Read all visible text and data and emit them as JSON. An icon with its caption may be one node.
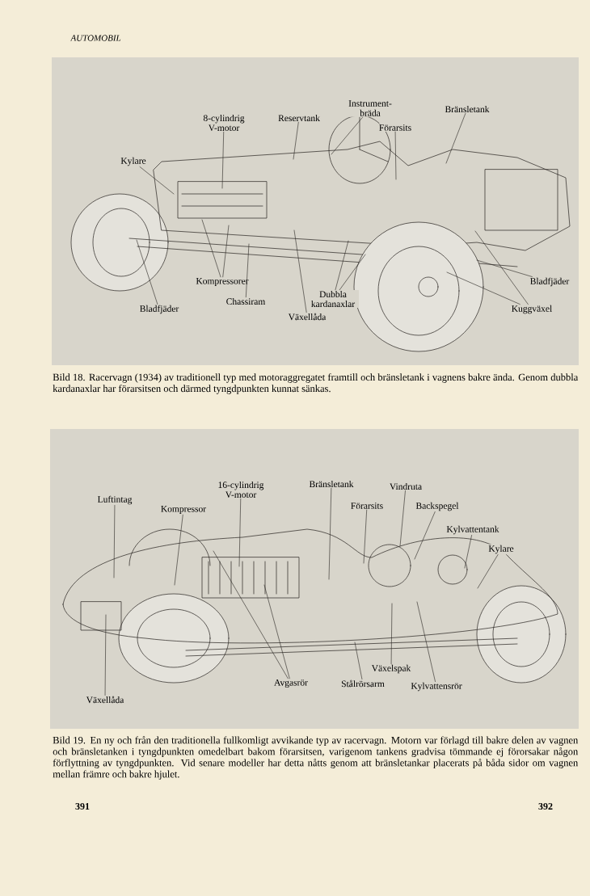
{
  "diagram": {
    "nodes": [
      {
        "text": [
          "Kylare"
        ]
      },
      {
        "text": [
          "8-cylindrig V-motor"
        ]
      },
      {
        "text": [
          "Reservtank"
        ]
      },
      {
        "text": [
          "Instrument-bräda"
        ]
      },
      {
        "text": [
          "Förarsits"
        ]
      },
      {
        "text": [
          "Bränsletank"
        ]
      },
      {
        "text": [
          "Kompressorer"
        ]
      },
      {
        "text": [
          "Chassiram"
        ]
      },
      {
        "text": [
          "Bladfjäder"
        ]
      },
      {
        "text": [
          "Dubbla kardanaxlar"
        ]
      },
      {
        "text": [
          "Växellåda"
        ]
      },
      {
        "text": [
          "Bladfjäder"
        ]
      },
      {
        "text": [
          "Kuggväxel"
        ]
      },
      {
        "text": [
          "Luftintag"
        ]
      },
      {
        "text": [
          "Kompressor"
        ]
      },
      {
        "text": [
          "16-cylindrig V-motor"
        ]
      },
      {
        "text": [
          "Bränsletank"
        ]
      },
      {
        "text": [
          "Vindruta"
        ]
      },
      {
        "text": [
          "Förarsits"
        ]
      },
      {
        "text": [
          "Backspegel"
        ]
      },
      {
        "text": [
          "Kylvattentank"
        ]
      },
      {
        "text": [
          "Kylare"
        ]
      },
      {
        "text": [
          "Avgasrör"
        ]
      },
      {
        "text": [
          "Stålrörsarm"
        ]
      },
      {
        "text": [
          "Växelspak"
        ]
      },
      {
        "text": [
          "Kylvattensrör"
        ]
      },
      {
        "text": [
          "Växellåda"
        ]
      }
    ],
    "edges": [
      {
        "from": 0,
        "to": null,
        "arrow": "none"
      },
      {
        "from": 1,
        "to": null,
        "arrow": "none"
      },
      {
        "from": 2,
        "to": null,
        "arrow": "none"
      },
      {
        "from": 3,
        "to": null,
        "arrow": "none"
      },
      {
        "from": 4,
        "to": null,
        "arrow": "none"
      },
      {
        "from": 5,
        "to": null,
        "arrow": "none"
      },
      {
        "from": 6,
        "to": null,
        "arrow": "none"
      },
      {
        "from": 6,
        "to": null,
        "arrow": "none"
      },
      {
        "from": 7,
        "to": null,
        "arrow": "none"
      },
      {
        "from": 8,
        "to": null,
        "arrow": "none"
      },
      {
        "from": 9,
        "to": null,
        "arrow": "none"
      },
      {
        "from": 9,
        "to": null,
        "arrow": "none"
      },
      {
        "from": 10,
        "to": null,
        "arrow": "none"
      },
      {
        "from": 11,
        "to": null,
        "arrow": "none"
      },
      {
        "from": 12,
        "to": null,
        "arrow": "none"
      },
      {
        "from": 12,
        "to": null,
        "arrow": "none"
      },
      {
        "from": 13,
        "to": null,
        "arrow": "none"
      },
      {
        "from": 14,
        "to": null,
        "arrow": "none"
      },
      {
        "from": 15,
        "to": null,
        "arrow": "none"
      },
      {
        "from": 16,
        "to": null,
        "arrow": "none"
      },
      {
        "from": 17,
        "to": null,
        "arrow": "none"
      },
      {
        "from": 18,
        "to": null,
        "arrow": "none"
      },
      {
        "from": 19,
        "to": null,
        "arrow": "none"
      },
      {
        "from": 20,
        "to": null,
        "arrow": "none"
      },
      {
        "from": 21,
        "to": null,
        "arrow": "none"
      },
      {
        "from": 22,
        "to": null,
        "arrow": "none"
      },
      {
        "from": 22,
        "to": null,
        "arrow": "none"
      },
      {
        "from": 23,
        "to": null,
        "arrow": "none"
      },
      {
        "from": 24,
        "to": null,
        "arrow": "none"
      },
      {
        "from": 25,
        "to": null,
        "arrow": "none"
      },
      {
        "from": 26,
        "to": null,
        "arrow": "none"
      }
    ],
    "labels": [
      "AUTOMOBIL",
      "Bild 18. Racervagn (1934) av traditionell typ med motoraggregatet framtill och bränsletank i vagnens bakre ända. Genom dubbla kardanaxlar har förarsitsen och därmed tyngdpunkten kunnat sänkas.",
      "Bild 19. En ny och från den traditionella fullkomligt avvikande typ av racervagn. Motorn var förlagd till bakre delen av vagnen och bränsletanken i tyngdpunkten omedelbart bakom förarsitsen, varigenom tankens gradvisa tömmande ej förorsakar någon förflyttning av tyngdpunkten. Vid senare modeller har detta nåtts genom att bränsletankar placerats på båda sidor om vagnen mellan främre och bakre hjulet.",
      "391",
      "392"
    ]
  }
}
